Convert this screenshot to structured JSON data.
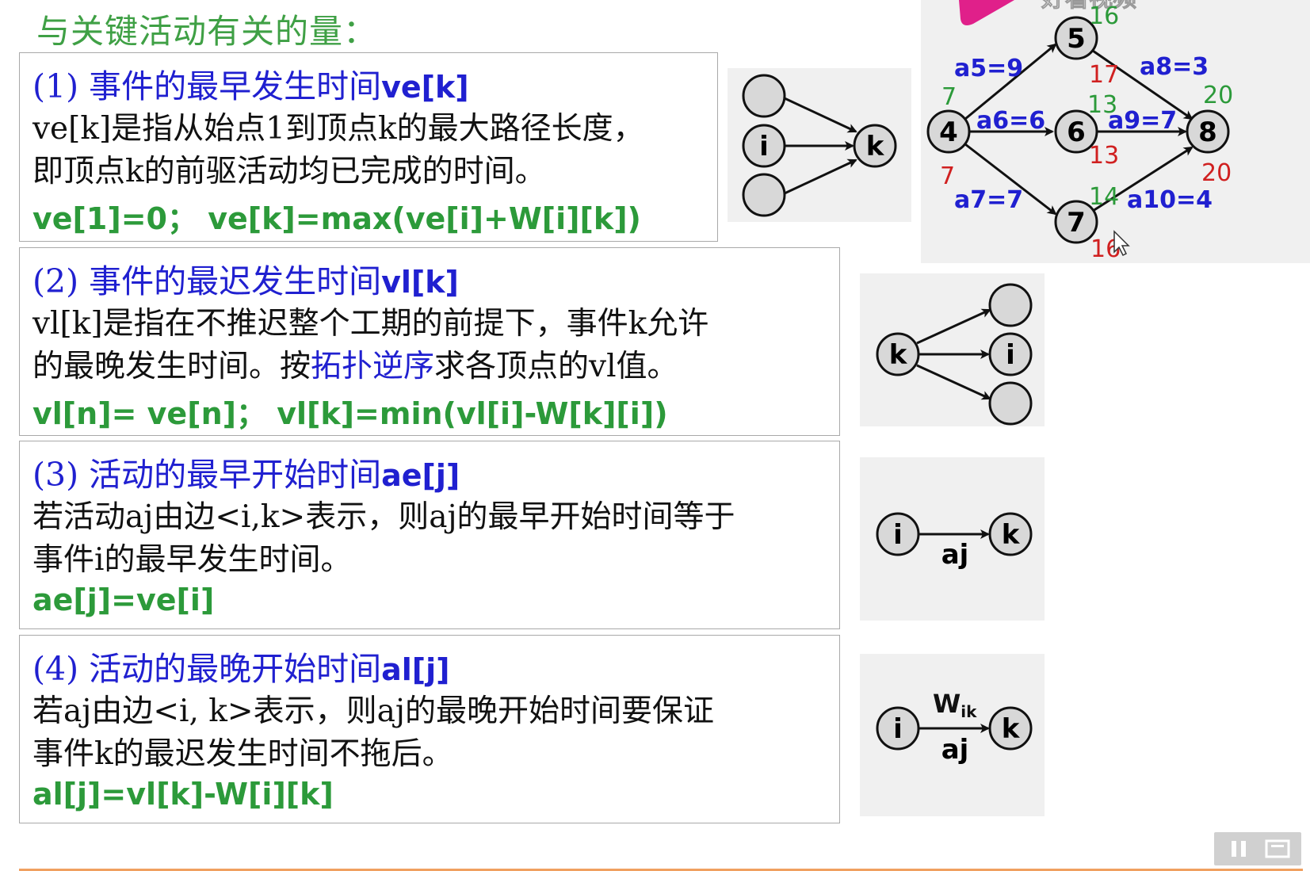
{
  "title": "与关键活动有关的量：",
  "sections": [
    {
      "head": "(1) 事件的最早发生时间",
      "head_code": "ve[k]",
      "line1": "ve[k]是指从始点1到顶点k的最大路径长度，",
      "line2": "即顶点k的前驱活动均已完成的时间。",
      "formula": "ve[1]=0；  ve[k]=max(ve[i]+W[i][k])"
    },
    {
      "head": "(2) 事件的最迟发生时间",
      "head_code": "vl[k]",
      "line1": "vl[k]是指在不推迟整个工期的前提下，事件k允许",
      "line2_a": "的最晚发生时间。按",
      "line2_hl": "拓扑逆序",
      "line2_b": "求各顶点的vl值。",
      "formula": "vl[n]= ve[n]；  vl[k]=min(vl[i]-W[k][i])"
    },
    {
      "head": "(3) 活动的最早开始时间",
      "head_code": "ae[j]",
      "line1": "若活动aj由边<i,k>表示，则aj的最早开始时间等于",
      "line2": "事件i的最早发生时间。",
      "formula": "ae[j]=ve[i]"
    },
    {
      "head": "(4) 活动的最晚开始时间",
      "head_code": "al[j]",
      "line1": "若aj由边<i, k>表示，则aj的最晚开始时间要保证",
      "line2": "事件k的最迟发生时间不拖后。",
      "formula": "al[j]=vl[k]-W[i][k]"
    }
  ],
  "diagrams": {
    "d1": {
      "left_node": "i",
      "right_node": "k"
    },
    "d2": {
      "left_node": "k",
      "right_node": "i"
    },
    "d3": {
      "left_node": "i",
      "right_node": "k",
      "edge": "aj"
    },
    "d4": {
      "left_node": "i",
      "right_node": "k",
      "edge": "aj",
      "weight": "W",
      "weight_sub": "ik"
    }
  },
  "graph": {
    "nodes": [
      "4",
      "5",
      "6",
      "7",
      "8"
    ],
    "edges": [
      "a5=9",
      "a6=6",
      "a7=7",
      "a8=3",
      "a9=7",
      "a10=4"
    ],
    "ve_labels": [
      "7",
      "16",
      "13",
      "14",
      "20"
    ],
    "vl_labels": [
      "7",
      "17",
      "13",
      "16",
      "20"
    ],
    "watermark": "好看视频"
  },
  "colors": {
    "title": "#3fa045",
    "head": "#2020d0",
    "formula": "#2c9a3a",
    "ve": "#2c9a3a",
    "vl": "#d02020",
    "edge": "#2020d0"
  }
}
